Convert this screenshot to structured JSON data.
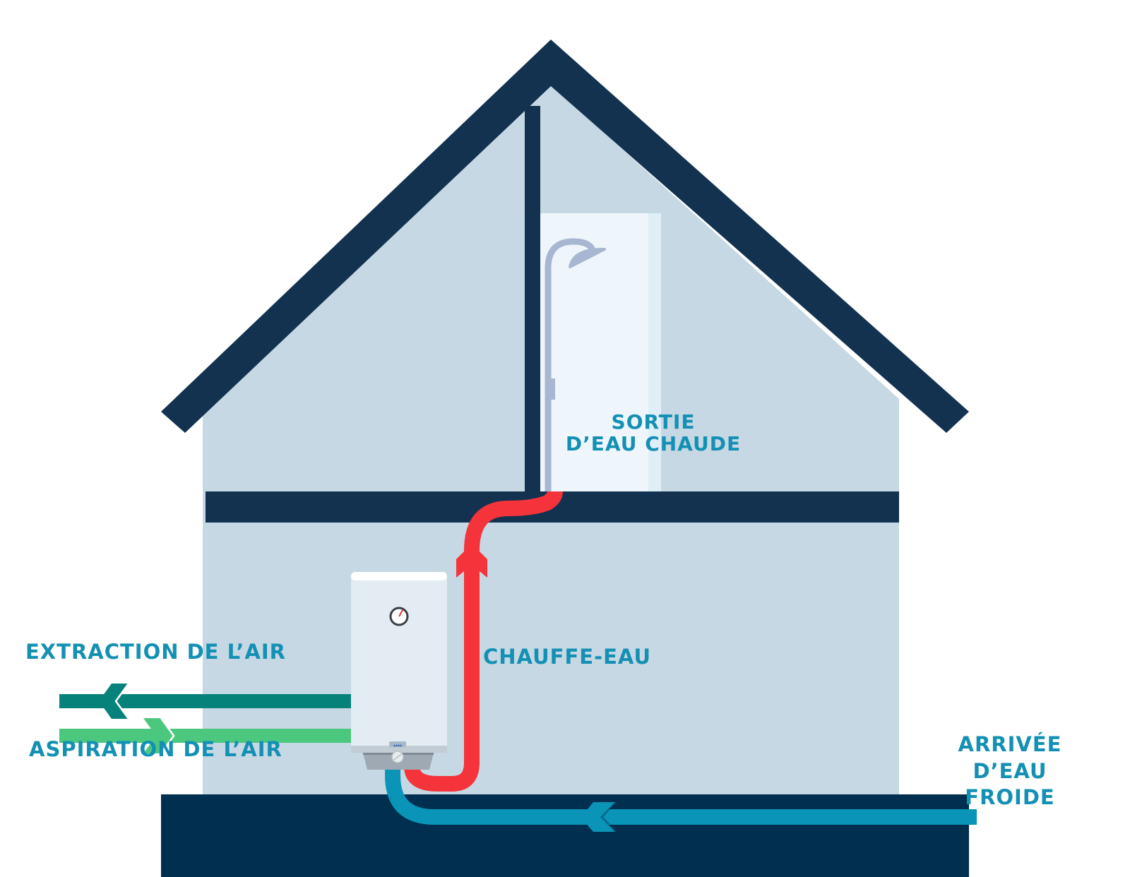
{
  "diagram": {
    "title": "",
    "colors": {
      "structure": "#12324f",
      "wall": "#c5d8e3",
      "ground": "#002f4f",
      "shower_room": "#eef6fc",
      "shower_fixture": "#a7b6d1",
      "hot_water": "#f5333b",
      "cold_water": "#0a95b8",
      "air_extraction": "#07827b",
      "air_aspiration": "#4bc87d",
      "label_text": "#1490b4",
      "heater_body": "#e2ecf2",
      "heater_base": "#9ea9b3"
    },
    "nodes": [
      {
        "id": "shower",
        "icon": "shower-icon"
      },
      {
        "id": "water-heater",
        "icon": "water-heater-icon"
      }
    ],
    "labels": {
      "sortie": [
        "SORTIE",
        "D’EAU CHAUDE"
      ],
      "chauffe_eau": "CHAUFFE-EAU",
      "extraction": "EXTRACTION DE L’AIR",
      "aspiration": "ASPIRATION DE L’AIR",
      "arrivee": [
        "ARRIVÉE",
        "D’EAU",
        "FROIDE"
      ]
    },
    "flows": [
      {
        "id": "hot-water-outlet",
        "from": "water-heater",
        "to": "shower",
        "direction": "up",
        "label": "SORTIE D’EAU CHAUDE"
      },
      {
        "id": "cold-water-inlet",
        "from": "outside",
        "to": "water-heater",
        "direction": "left",
        "label": "ARRIVÉE D’EAU FROIDE"
      },
      {
        "id": "air-extraction",
        "from": "water-heater",
        "to": "outside",
        "direction": "left",
        "label": "EXTRACTION DE L’AIR"
      },
      {
        "id": "air-aspiration",
        "from": "outside",
        "to": "water-heater",
        "direction": "right",
        "label": "ASPIRATION DE L’AIR"
      }
    ]
  }
}
